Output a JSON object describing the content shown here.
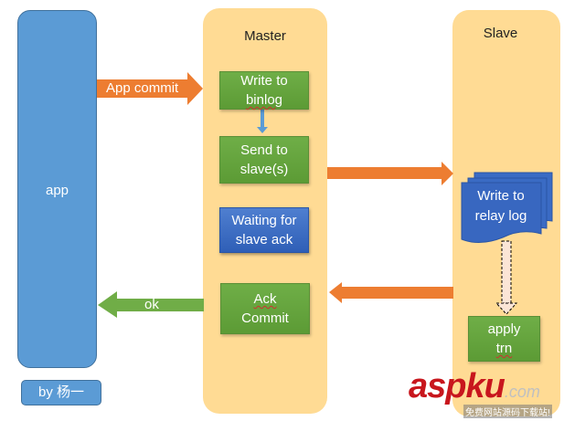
{
  "diagram": {
    "app": {
      "label": "app"
    },
    "byline": "by 杨一",
    "master": {
      "title": "Master",
      "steps": [
        {
          "line1": "Write to",
          "line2": "binlog"
        },
        {
          "line1": "Send to",
          "line2": "slave(s)"
        },
        {
          "line1": "Waiting for",
          "line2": "slave ack"
        },
        {
          "line1": "Ack",
          "line2": "Commit"
        }
      ]
    },
    "slave": {
      "title": "Slave",
      "steps": [
        {
          "line1": "Write to",
          "line2": "relay log"
        },
        {
          "line1": "apply",
          "line2": "trn"
        }
      ]
    },
    "arrows": {
      "app_to_master": "App commit",
      "master_to_app": "ok"
    },
    "colors": {
      "app": "#5b9bd5",
      "column": "#ffd98e",
      "step_green": "#6aa84f",
      "step_blue": "#3a6bc4",
      "arrow_orange": "#ed7d31",
      "arrow_green": "#70ad47"
    },
    "watermark": {
      "brand": "aspku",
      "suffix": ".com",
      "tagline": "免费网站源码下载站!"
    }
  }
}
